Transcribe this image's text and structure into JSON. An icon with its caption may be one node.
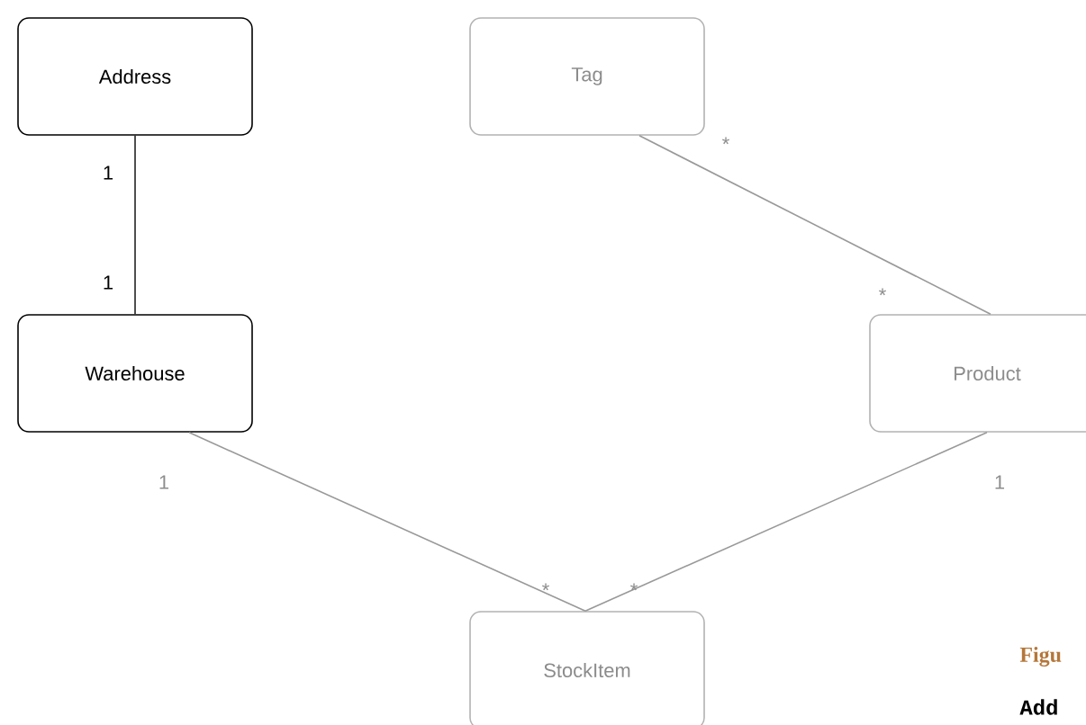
{
  "diagram": {
    "nodes": [
      {
        "text": [
          "Address"
        ]
      },
      {
        "text": [
          "Tag"
        ]
      },
      {
        "text": [
          "Warehouse"
        ]
      },
      {
        "text": [
          "Product"
        ]
      },
      {
        "text": [
          "StockItem"
        ]
      }
    ],
    "edges": [
      {
        "from": 0,
        "to": 2,
        "arrow": "none",
        "color": "#222222"
      },
      {
        "from": 1,
        "to": 3,
        "arrow": "none"
      },
      {
        "from": 2,
        "to": 4,
        "arrow": "none"
      },
      {
        "from": 3,
        "to": 4,
        "arrow": "none"
      }
    ],
    "labels": [
      "*",
      "1",
      "1",
      "*",
      "1",
      "1",
      "*",
      "*",
      "Figu",
      "Add"
    ]
  }
}
